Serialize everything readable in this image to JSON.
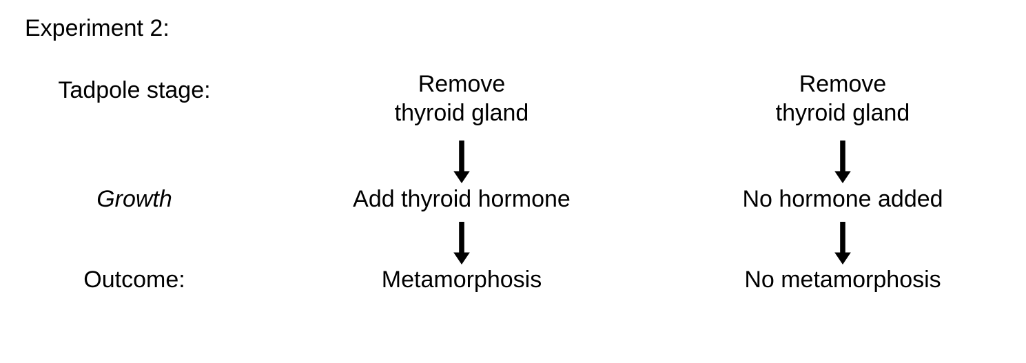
{
  "title": "Experiment 2:",
  "labels": {
    "stage": "Tadpole stage:",
    "growth": "Growth",
    "outcome": "Outcome:"
  },
  "columns": [
    {
      "id": "experimental",
      "stage": "Remove\nthyroid gland",
      "growth": "Add thyroid hormone",
      "outcome": "Metamorphosis"
    },
    {
      "id": "control",
      "stage": "Remove\nthyroid gland",
      "growth": "No hormone added",
      "outcome": "No metamorphosis"
    }
  ],
  "arrows": {
    "icon": "arrow-down-icon",
    "count_per_column": 2,
    "color": "#000000"
  },
  "colors": {
    "background": "#ffffff",
    "text": "#000000",
    "arrow": "#000000"
  }
}
